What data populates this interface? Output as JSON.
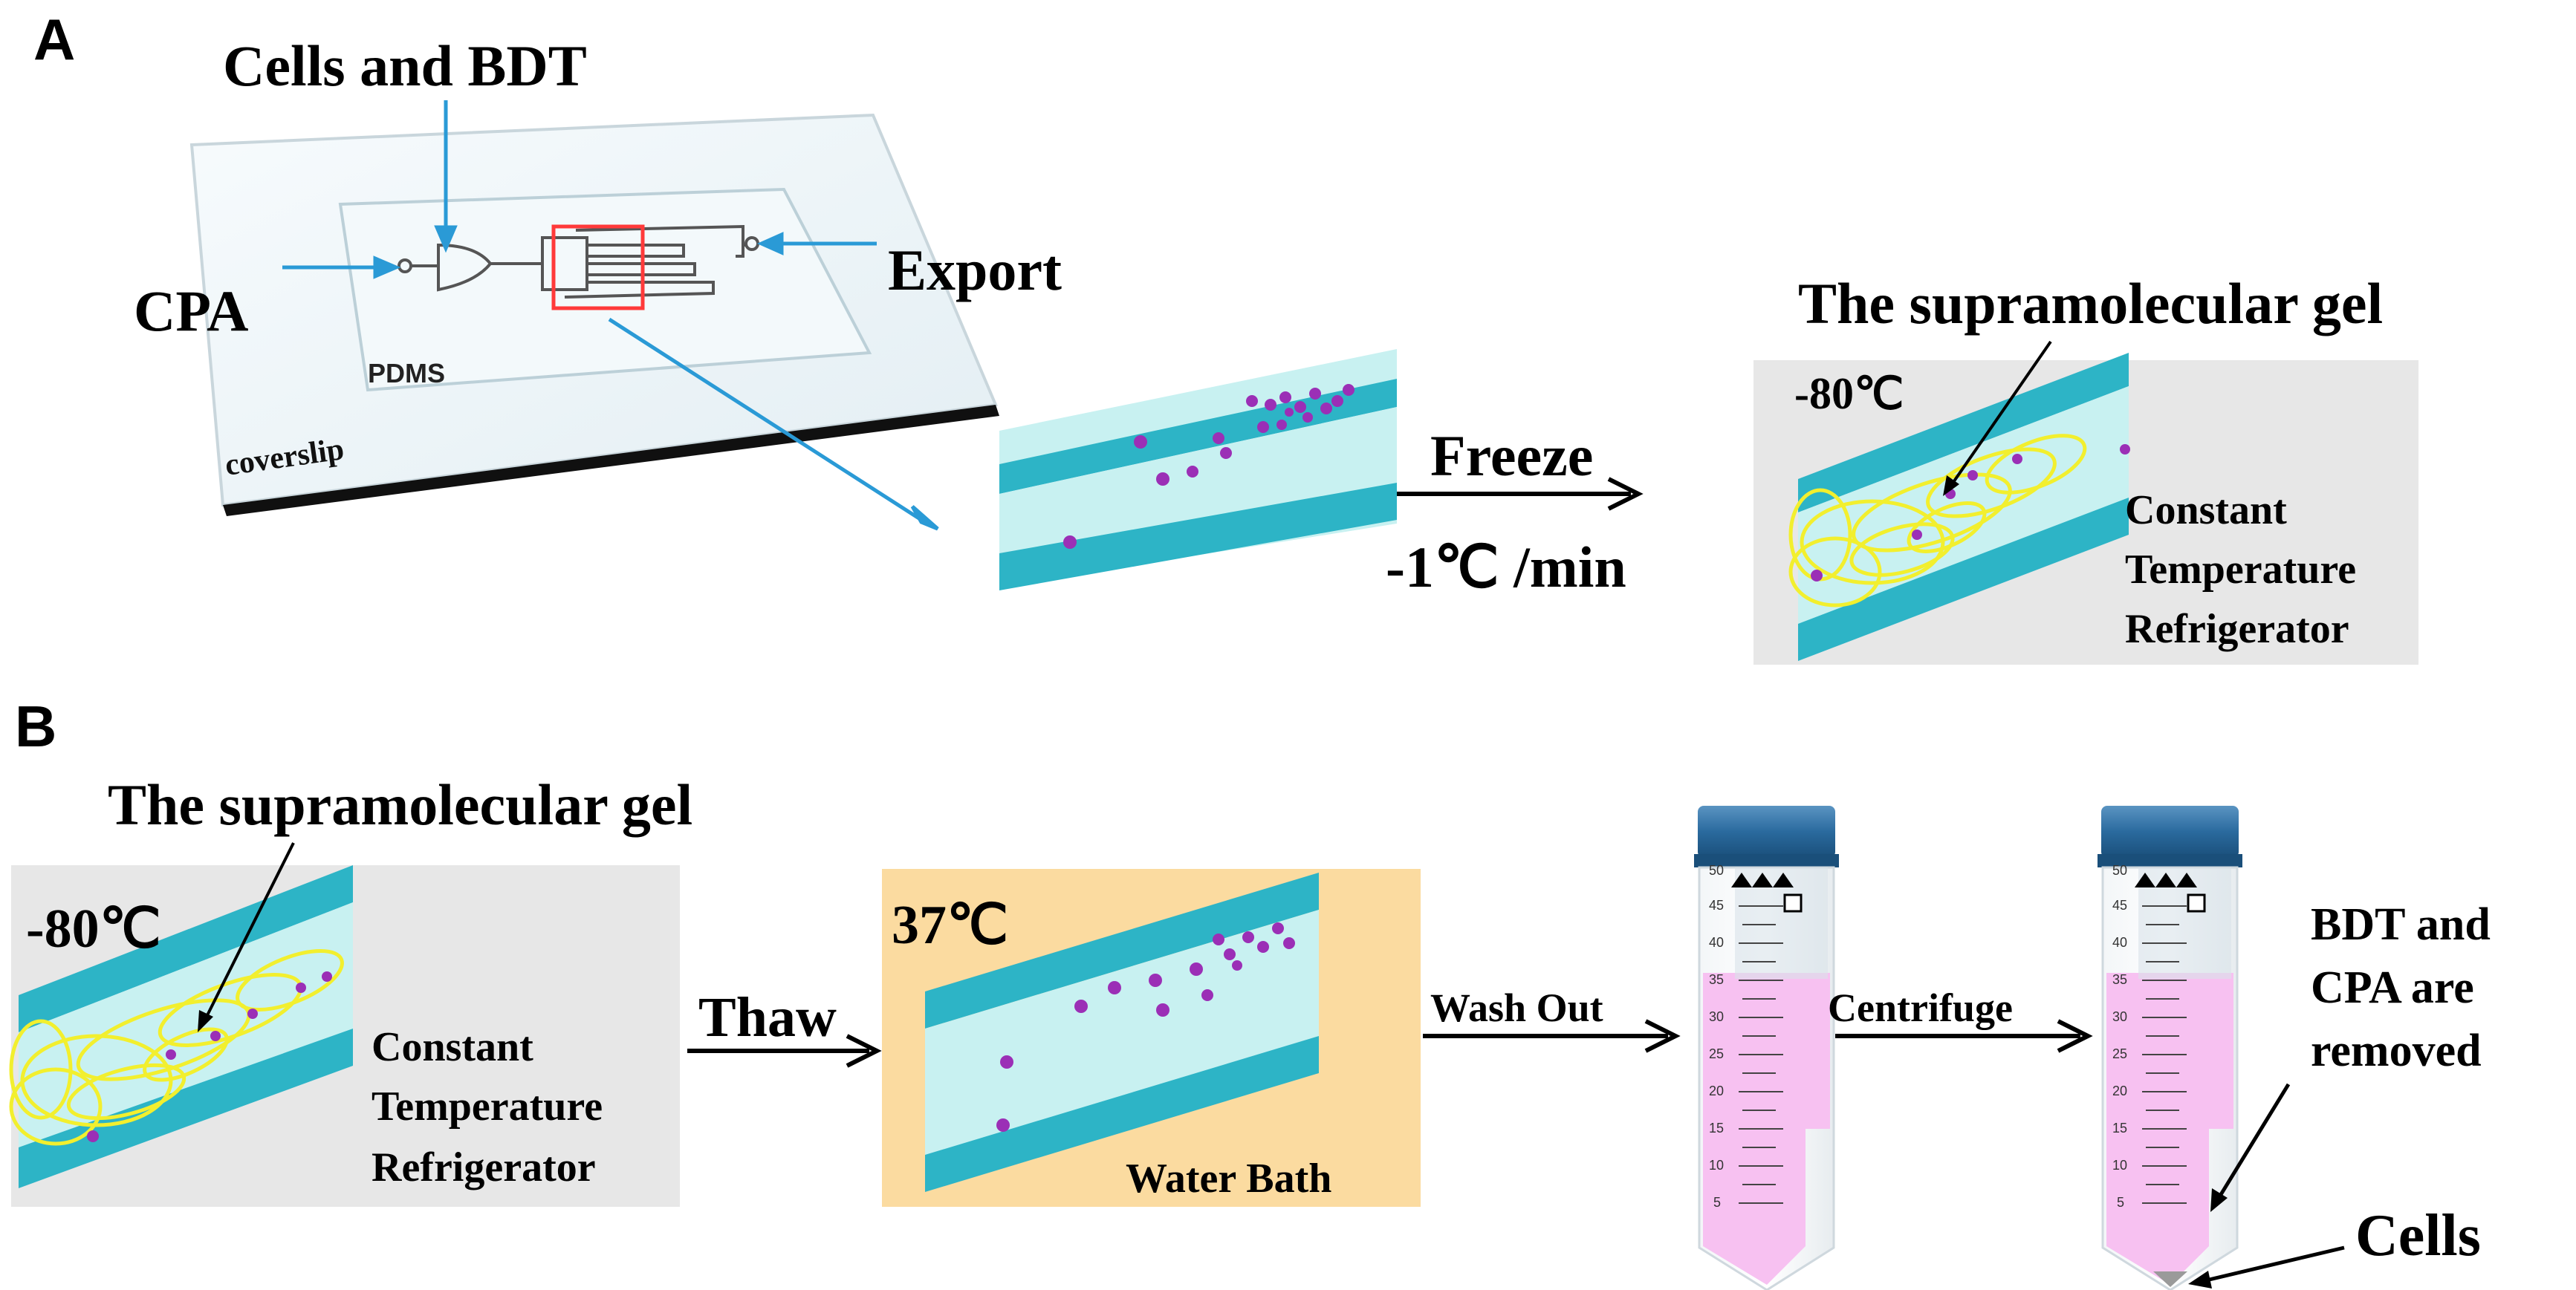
{
  "panels": {
    "a": {
      "letter": "A",
      "chip_labels": {
        "cells_and_bdt": "Cells and BDT",
        "cpa": "CPA",
        "export": "Export",
        "pdms": "PDMS",
        "coverslip": "coverslip"
      },
      "freeze": {
        "label": "Freeze",
        "rate": "-1℃ /min"
      },
      "result": {
        "gel_label": "The supramolecular gel",
        "temperature": "-80℃",
        "location_lines": [
          "Constant",
          "Temperature",
          "Refrigerator"
        ]
      }
    },
    "b": {
      "letter": "B",
      "frozen": {
        "gel_label": "The supramolecular gel",
        "temperature": "-80℃",
        "location_lines": [
          "Constant",
          "Temperature",
          "Refrigerator"
        ]
      },
      "thaw": {
        "label": "Thaw"
      },
      "bath": {
        "temperature": "37℃",
        "label": "Water Bath"
      },
      "wash": {
        "label": "Wash Out"
      },
      "centrifuge": {
        "label": "Centrifuge"
      },
      "removed_lines": [
        "BDT and",
        "CPA are",
        "removed"
      ],
      "cells_label": "Cells",
      "tube_scale": [
        "50",
        "45",
        "40",
        "35",
        "30",
        "25",
        "20",
        "15",
        "10",
        "5"
      ]
    }
  },
  "colors": {
    "channel_wall": "#2db4c6",
    "channel_floor": "#c8f1f1",
    "cell": "#9b2fb6",
    "gel": "#f2ef2e",
    "fridge_bg": "#e7e7e7",
    "bath_bg": "#fbdba0",
    "arrow_blue": "#2a9ad6",
    "tube_liquid": "#f7c1f1",
    "tube_cap": "#2a6a9e",
    "chip_outline": "#ff3a3a"
  }
}
